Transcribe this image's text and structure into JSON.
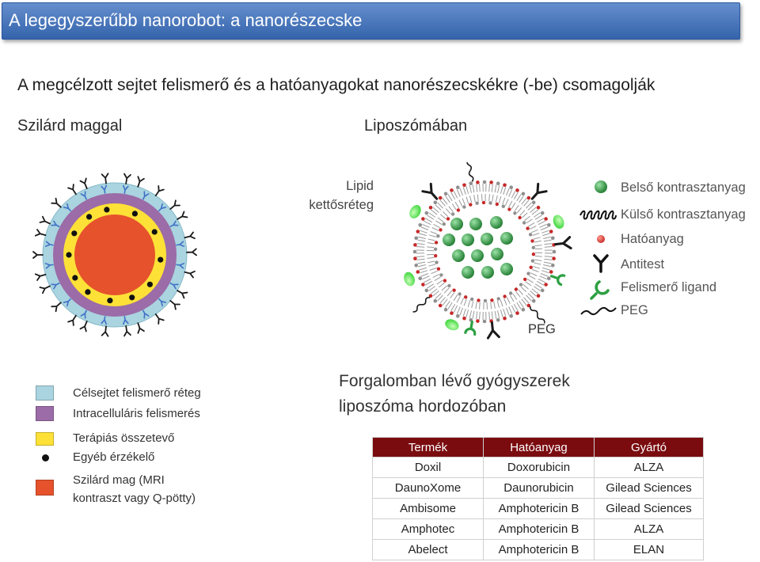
{
  "title_bar": {
    "title": "A legegyszerűbb nanorobot: a nanorészecske"
  },
  "subtitle": "A megcélzott sejtet felismerő és a hatóanyagokat nanorészecskékre (-be) csomagolják",
  "solid_core": {
    "heading": "Szilárd maggal",
    "legend": [
      {
        "label": "Célsejtet felismerő réteg",
        "color": "#a9d4e0"
      },
      {
        "label": "Intracelluláris felismerés",
        "color": "#9b6ca7"
      },
      {
        "label": "Terápiás összetevő",
        "color": "#fde137"
      },
      {
        "label": "Egyéb érzékelő",
        "color": "#111111"
      },
      {
        "label_lines": [
          "Szilárd mag (MRI",
          "kontraszt vagy Q-pötty)"
        ],
        "color": "#e6522c"
      }
    ]
  },
  "liposome": {
    "heading": "Liposzómában",
    "bilayer_label_lines": [
      "Lipid",
      "kettősréteg"
    ],
    "peg_label": "PEG",
    "legend": [
      {
        "label": "Belső kontrasztanyag",
        "icon": "dark-green-sphere-icon"
      },
      {
        "label": "Külső kontrasztanyag",
        "icon": "coiled-chain-icon"
      },
      {
        "label": "Hatóanyag",
        "icon": "red-dot-icon"
      },
      {
        "label": "Antitest",
        "icon": "antibody-icon"
      },
      {
        "label": "Felismerő ligand",
        "icon": "green-ligand-icon"
      },
      {
        "label": "PEG",
        "icon": "peg-chain-icon"
      }
    ]
  },
  "marketed_drugs": {
    "heading_lines": [
      "Forgalomban lévő gyógyszerek",
      "liposzóma hordozóban"
    ],
    "table": {
      "columns": [
        "Termék",
        "Hatóanyag",
        "Gyártó"
      ],
      "rows": [
        [
          "Doxil",
          "Doxorubicin",
          "ALZA"
        ],
        [
          "DaunoXome",
          "Daunorubicin",
          "Gilead Sciences"
        ],
        [
          "Ambisome",
          "Amphotericin B",
          "Gilead Sciences"
        ],
        [
          "Amphotec",
          "Amphotericin B",
          "ALZA"
        ],
        [
          "Abelect",
          "Amphotericin B",
          "ELAN"
        ]
      ]
    }
  },
  "colors": {
    "title_bar": "#3a6fbf",
    "table_header": "#7a0c10",
    "antibody_black": "#1a1a1a",
    "antibody_blue": "#3f6fc6",
    "contrast_sphere": "#1e7a2e",
    "external_contrast_green": "#2fd12f",
    "ligand_green": "#2ea043",
    "drug_red": "#c62828",
    "lipid_gray": "#9a9a9a"
  }
}
